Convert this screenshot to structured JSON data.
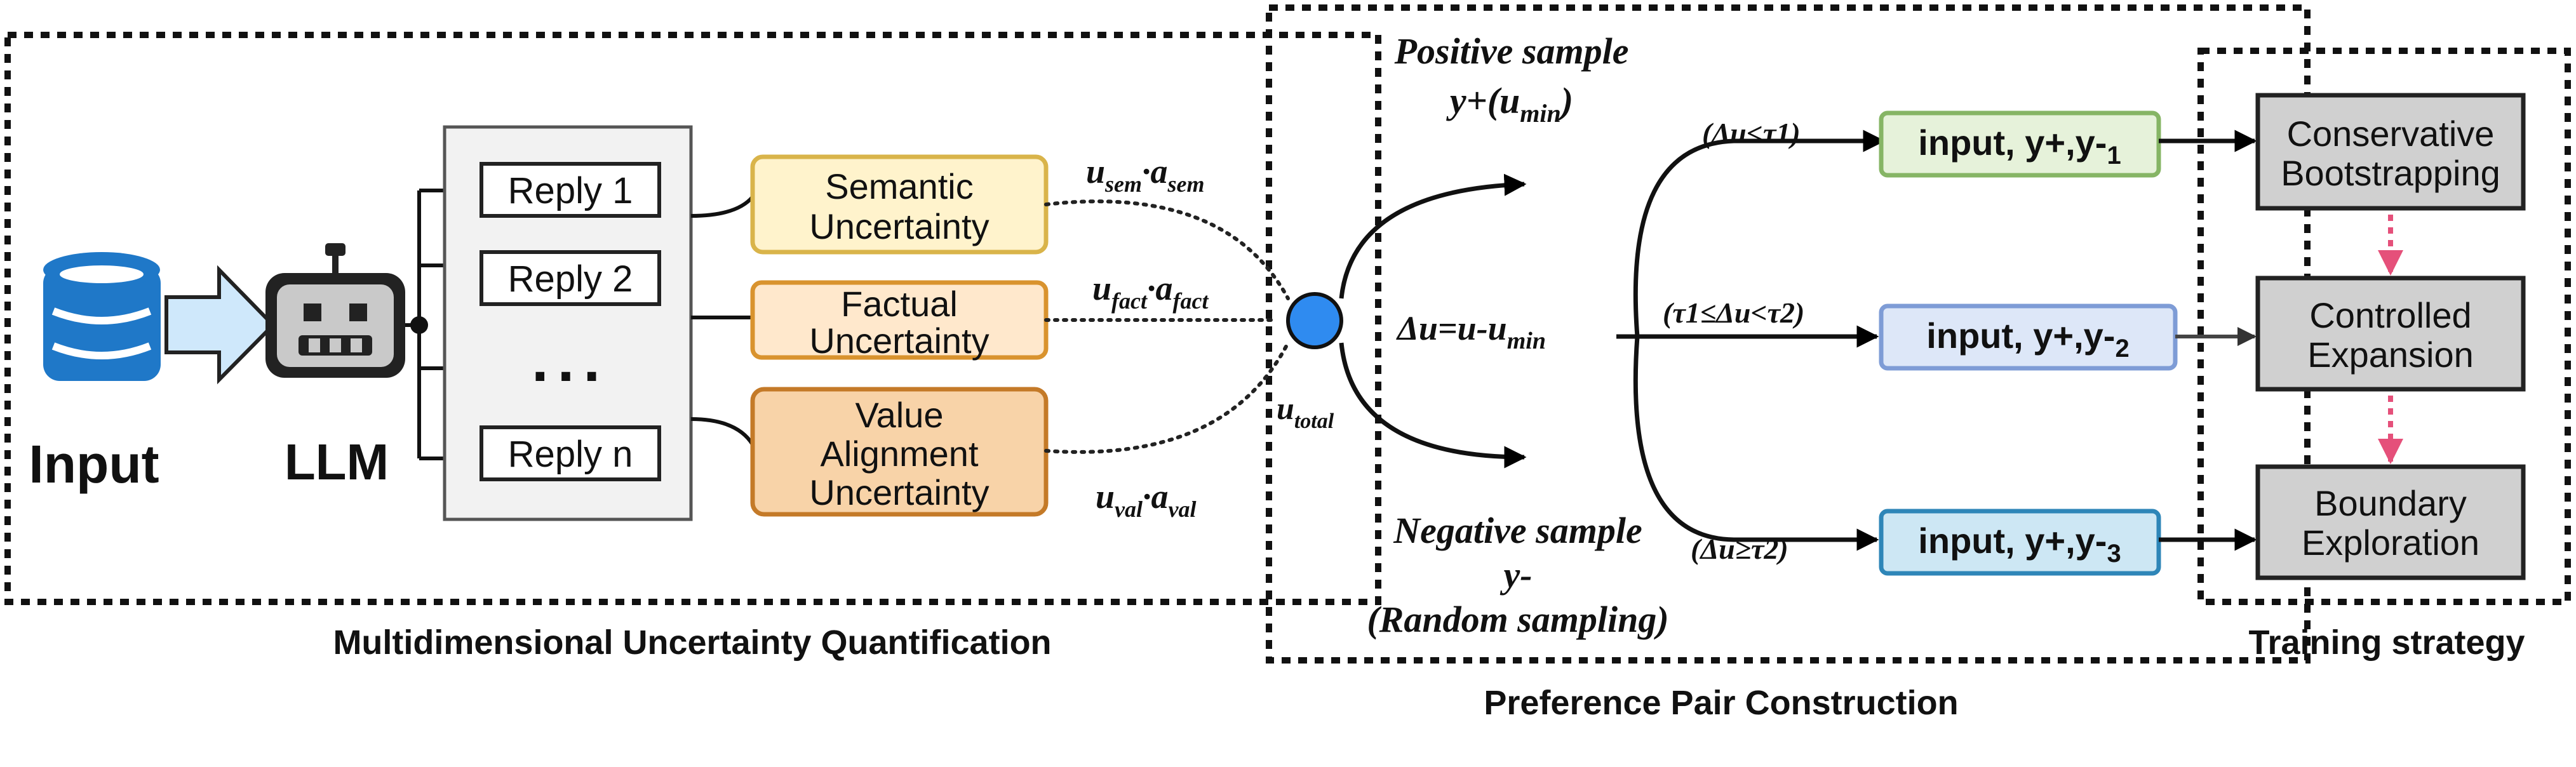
{
  "sections": {
    "quantification": "Multidimensional Uncertainty Quantification",
    "preference": "Preference Pair Construction",
    "training": "Training strategy"
  },
  "input_label": "Input",
  "llm_label": "LLM",
  "replies": [
    "Reply 1",
    "Reply 2",
    "Reply n"
  ],
  "ellipsis": "...",
  "uncertainties": {
    "semantic": [
      "Semantic",
      "Uncertainty"
    ],
    "factual": [
      "Factual",
      "Uncertainty"
    ],
    "value": [
      "Value",
      "Alignment",
      "Uncertainty"
    ]
  },
  "weights": {
    "semantic": {
      "u": "u",
      "u_sub": "sem",
      "a": "a",
      "a_sub": "sem"
    },
    "factual": {
      "u": "u",
      "u_sub": "fact",
      "a": "a",
      "a_sub": "fact"
    },
    "value": {
      "u": "u",
      "u_sub": "val",
      "a": "a",
      "a_sub": "val"
    }
  },
  "u_total": {
    "base": "u",
    "sub": "total"
  },
  "positive_sample": {
    "line1": "Positive sample",
    "line2_main": "y+(u",
    "line2_sub": "min",
    "line2_end": ")"
  },
  "negative_sample": {
    "line1": "Negative sample",
    "line2": "y-",
    "line3": "(Random sampling)"
  },
  "delta": {
    "main": "Δu=u-u",
    "sub": "min"
  },
  "conditions": [
    "(Δu<τ1)",
    "(τ1≤Δu<τ2)",
    "(Δu≥τ2)"
  ],
  "pairs": [
    {
      "text": "input, y+,y-",
      "sub": "1"
    },
    {
      "text": "input, y+,y-",
      "sub": "2"
    },
    {
      "text": "input, y+,y-",
      "sub": "3"
    }
  ],
  "strategies": [
    [
      "Conservative",
      "Bootstrapping"
    ],
    [
      "Controlled",
      "Expansion"
    ],
    [
      "Boundary",
      "Exploration"
    ]
  ],
  "colors": {
    "semantic_fill": "#FFF3CC",
    "semantic_stroke": "#D9B44A",
    "factual_fill": "#FFE8CC",
    "factual_stroke": "#D9932E",
    "value_fill": "#F8D3A8",
    "value_stroke": "#C47A28",
    "pair1_fill": "#E6F2DA",
    "pair1_stroke": "#86B565",
    "pair2_fill": "#DDE7F8",
    "pair2_stroke": "#7E9CD6",
    "pair3_fill": "#CDE7F4",
    "pair3_stroke": "#2E86B8",
    "strategy_fill": "#D0D0D0",
    "node_fill": "#2F8BF0",
    "arrow_pink": "#E5507A",
    "db_blue": "#1F78C8"
  }
}
